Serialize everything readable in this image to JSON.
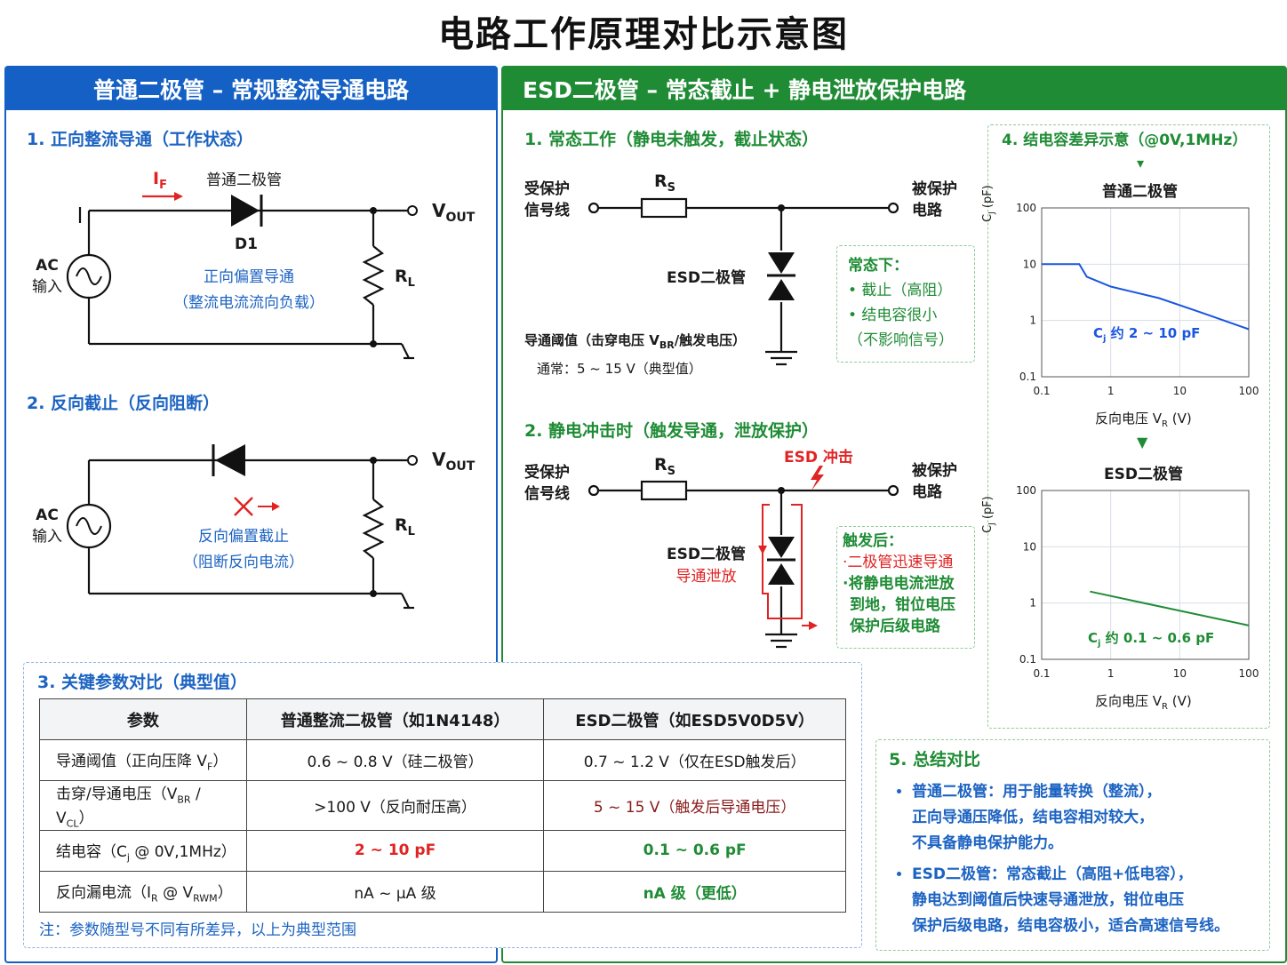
{
  "title": "电路工作原理对比示意图",
  "left_panel": {
    "header": "普通二极管 – 常规整流导通电路",
    "sec1": {
      "title": "1. 正向整流导通（工作状态）",
      "current_label": "I",
      "current_sub": "F",
      "diode_type": "普通二极管",
      "diode_ref": "D1",
      "source_line1": "AC",
      "source_line2": "输入",
      "vout": "V",
      "vout_sub": "OUT",
      "load": "R",
      "load_sub": "L",
      "caption1": "正向偏置导通",
      "caption2": "（整流电流流向负载）"
    },
    "sec2": {
      "title": "2. 反向截止（反向阻断）",
      "source_line1": "AC",
      "source_line2": "输入",
      "vout": "V",
      "vout_sub": "OUT",
      "load": "R",
      "load_sub": "L",
      "caption1": "反向偏置截止",
      "caption2": "（阻断反向电流）"
    }
  },
  "right_panel": {
    "header": "ESD二极管 – 常态截止 + 静电泄放保护电路",
    "sec1": {
      "title": "1. 常态工作（静电未触发，截止状态）",
      "input1": "受保护",
      "input2": "信号线",
      "rs": "R",
      "rs_sub": "S",
      "output1": "被保护",
      "output2": "电路",
      "diode_label": "ESD二极管",
      "threshold_line1_a": "导通阈值（击穿电压 V",
      "threshold_line1_sub": "BR",
      "threshold_line1_b": "/触发电压）",
      "threshold_line2": "通常：5 ~ 15 V（典型值）",
      "note_title": "常态下：",
      "note_items": [
        "• 截止（高阻）",
        "• 结电容很小",
        "（不影响信号）"
      ]
    },
    "sec2": {
      "title": "2. 静电冲击时（触发导通，泄放保护）",
      "input1": "受保护",
      "input2": "信号线",
      "rs": "R",
      "rs_sub": "S",
      "output1": "被保护",
      "output2": "电路",
      "esd_hit": "ESD 冲击",
      "diode_label": "ESD二极管",
      "diode_state": "导通泄放",
      "note_title": "触发后：",
      "note_items": [
        "·二极管迅速导通",
        "·将静电电流泄放",
        "到地，钳位电压",
        "保护后级电路"
      ]
    },
    "sec4": {
      "title": "4. 结电容差异示意（@0V,1MHz）",
      "chart1_title": "普通二极管",
      "chart2_title": "ESD二极管",
      "xlabel_a": "反向电压 V",
      "xlabel_sub": "R",
      "xlabel_b": " (V)",
      "ylabel": "C",
      "ylabel_sub": "J",
      "ylabel_unit": " (pF)",
      "annot1_a": "C",
      "annot1_sub": "j",
      "annot1_b": " 约 2 ~ 10 pF",
      "annot2_a": "C",
      "annot2_sub": "j",
      "annot2_b": " 约 0.1 ~ 0.6 pF"
    },
    "sec5": {
      "title": "5. 总结对比",
      "items": [
        [
          "普通二极管：用于能量转换（整流），",
          "正向导通压降低，结电容相对较大，",
          "不具备静电保护能力。"
        ],
        [
          "ESD二极管：常态截止（高阻+低电容），",
          "静电达到阈值后快速导通泄放，钳位电压",
          "保护后级电路，结电容极小，适合高速信号线。"
        ]
      ]
    }
  },
  "params": {
    "title": "3. 关键参数对比（典型值）",
    "headers": [
      "参数",
      "普通整流二极管（如1N4148）",
      "ESD二极管（如ESD5V0D5V）"
    ],
    "rows": [
      {
        "p_a": "导通阈值（正向压降 V",
        "p_sub": "F",
        "p_b": "）",
        "n": "0.6 ~ 0.8 V（硅二极管）",
        "e": "0.7 ~ 1.2 V（仅在ESD触发后）"
      },
      {
        "p_a": "击穿/导通电压（V",
        "p_sub": "BR",
        "p_b": " / V",
        "p_sub2": "CL",
        "p_c": "）",
        "n": ">100 V（反向耐压高）",
        "e": "5 ~ 15 V（触发后导通电压）"
      },
      {
        "p_a": "结电容（C",
        "p_sub": "j",
        "p_b": " @ 0V,1MHz）",
        "n": "2 ~ 10 pF",
        "e": "0.1 ~ 0.6 pF"
      },
      {
        "p_a": "反向漏电流（I",
        "p_sub": "R",
        "p_b": " @ V",
        "p_sub2": "RWM",
        "p_c": "）",
        "n": "nA ~ μA 级",
        "e": "nA 级（更低）"
      }
    ],
    "note": "注：参数随型号不同有所差异，以上为典型范围"
  },
  "chart_data": [
    {
      "type": "line",
      "title": "普通二极管",
      "xscale": "log",
      "yscale": "log",
      "xlim": [
        0.1,
        100
      ],
      "ylim": [
        0.1,
        100
      ],
      "xticks": [
        "0.1",
        "1",
        "10",
        "100"
      ],
      "yticks": [
        "100",
        "10",
        "1",
        "0.1"
      ],
      "xlabel": "反向电压 VR (V)",
      "ylabel": "CJ (pF)",
      "color": "#1a56e0",
      "x": [
        0.1,
        0.35,
        0.45,
        1,
        5,
        20,
        100
      ],
      "y": [
        10,
        10,
        6,
        4,
        2.5,
        1.4,
        0.7
      ]
    },
    {
      "type": "line",
      "title": "ESD二极管",
      "xscale": "log",
      "yscale": "log",
      "xlim": [
        0.1,
        100
      ],
      "ylim": [
        0.1,
        100
      ],
      "xticks": [
        "0.1",
        "1",
        "10",
        "100"
      ],
      "yticks": [
        "100",
        "10",
        "1",
        "0.1"
      ],
      "xlabel": "反向电压 VR (V)",
      "ylabel": "CJ (pF)",
      "color": "#1f8c35",
      "x": [
        0.5,
        100
      ],
      "y": [
        1.6,
        0.4
      ]
    }
  ],
  "colors": {
    "blue_header": "#1560c4",
    "green_header": "#1f8c35",
    "accent_red": "#e02323"
  }
}
